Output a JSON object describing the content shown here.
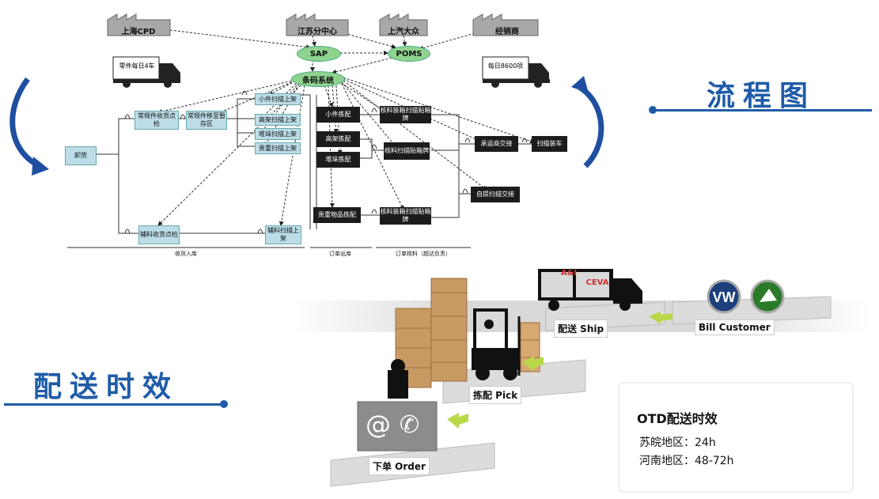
{
  "titles": {
    "flowchart": "流程图",
    "delivery": "配送时效"
  },
  "sources": [
    "上海CPD",
    "江苏分中心",
    "上汽大众",
    "经销商"
  ],
  "systems": {
    "sap": "SAP",
    "poms": "POMS",
    "barcode": "条码系统"
  },
  "trucks": {
    "left": "零件每日4车",
    "right": "每日8600项"
  },
  "receiving": {
    "unload": "卸货",
    "regular_check": "常规件收货点检",
    "regular_move": "常规件移至暂存区",
    "aux_check": "辅料收货点检",
    "aux_shelve": "辅料扫描上架",
    "shelve_small": "小件扫描上架",
    "shelve_high": "高架扫描上架",
    "shelve_stack": "堆垛扫描上架",
    "shelve_valuable": "贵重扫描上架"
  },
  "picking": {
    "small": "小件拣配",
    "high": "高架拣配",
    "stack": "堆垛拣配",
    "valuable": "贵重物品拣配"
  },
  "verify": {
    "pack1": "核料装箱扫描贴箱牌",
    "pack2": "核料扫描贴箱牌",
    "pack3": "核料装箱扫描贴箱牌"
  },
  "shipping": {
    "carrier": "承运商交接",
    "scan_load": "扫描装车",
    "self_pick": "自提扫描交接"
  },
  "sections": {
    "receiving": "收货入库",
    "outbound": "订单出库",
    "verify": "订单核料（超达负责）"
  },
  "steps": {
    "order": "下单 Order",
    "pick": "拣配 Pick",
    "ship": "配送 Ship",
    "customer": "Bill Customer"
  },
  "otd": {
    "title": "OTD配送时效",
    "line1": "苏皖地区：24h",
    "line2": "河南地区：48-72h"
  },
  "truck_logos": [
    "A&I",
    "CEVA"
  ],
  "order_icons": [
    "@",
    "✆"
  ],
  "colors": {
    "accent": "#1f5ca8",
    "system_green": "#8fd38f",
    "arrow_green": "#b8d84a"
  }
}
